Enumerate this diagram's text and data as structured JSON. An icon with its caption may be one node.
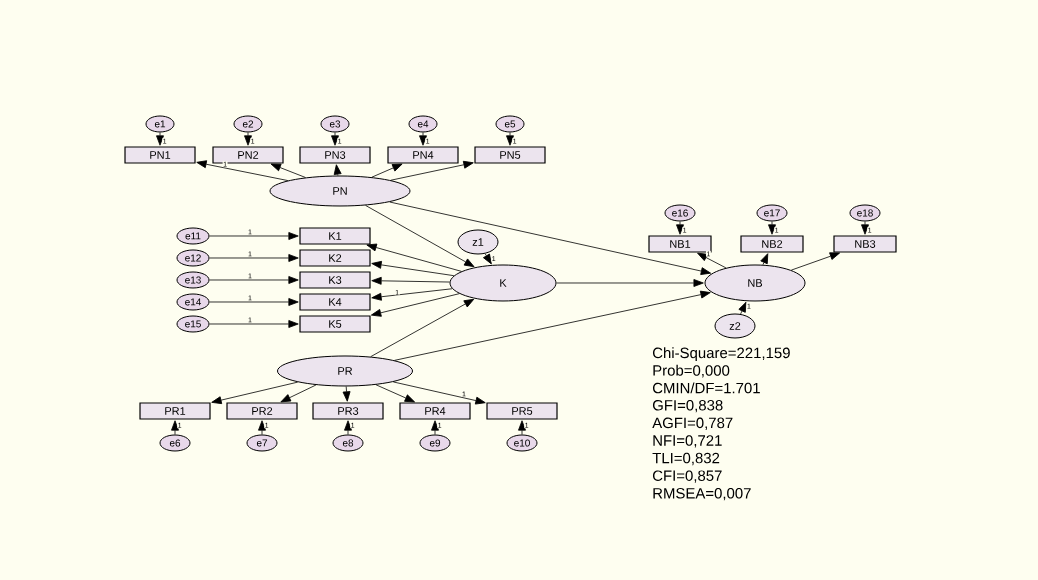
{
  "diagram": {
    "nodes": [
      {
        "text": [
          "PN"
        ]
      },
      {
        "text": [
          "K"
        ]
      },
      {
        "text": [
          "PR"
        ]
      },
      {
        "text": [
          "NB"
        ]
      },
      {
        "text": [
          "PN1"
        ]
      },
      {
        "text": [
          "PN2"
        ]
      },
      {
        "text": [
          "PN3"
        ]
      },
      {
        "text": [
          "PN4"
        ]
      },
      {
        "text": [
          "PN5"
        ]
      },
      {
        "text": [
          "K1"
        ]
      },
      {
        "text": [
          "K2"
        ]
      },
      {
        "text": [
          "K3"
        ]
      },
      {
        "text": [
          "K4"
        ]
      },
      {
        "text": [
          "K5"
        ]
      },
      {
        "text": [
          "PR1"
        ]
      },
      {
        "text": [
          "PR2"
        ]
      },
      {
        "text": [
          "PR3"
        ]
      },
      {
        "text": [
          "PR4"
        ]
      },
      {
        "text": [
          "PR5"
        ]
      },
      {
        "text": [
          "NB1"
        ]
      },
      {
        "text": [
          "NB2"
        ]
      },
      {
        "text": [
          "NB3"
        ]
      },
      {
        "text": [
          "e1"
        ]
      },
      {
        "text": [
          "e2"
        ]
      },
      {
        "text": [
          "e3"
        ]
      },
      {
        "text": [
          "e4"
        ]
      },
      {
        "text": [
          "e5"
        ]
      },
      {
        "text": [
          "e6"
        ]
      },
      {
        "text": [
          "e7"
        ]
      },
      {
        "text": [
          "e8"
        ]
      },
      {
        "text": [
          "e9"
        ]
      },
      {
        "text": [
          "e10"
        ]
      },
      {
        "text": [
          "e11"
        ]
      },
      {
        "text": [
          "e12"
        ]
      },
      {
        "text": [
          "e13"
        ]
      },
      {
        "text": [
          "e14"
        ]
      },
      {
        "text": [
          "e15"
        ]
      },
      {
        "text": [
          "e16"
        ]
      },
      {
        "text": [
          "e17"
        ]
      },
      {
        "text": [
          "e18"
        ]
      },
      {
        "text": [
          "z1"
        ]
      },
      {
        "text": [
          "z2"
        ]
      }
    ],
    "edges": [
      {
        "from": 0,
        "to": 4,
        "arrow": "to",
        "label": "1"
      },
      {
        "from": 0,
        "to": 5,
        "arrow": "to"
      },
      {
        "from": 0,
        "to": 6,
        "arrow": "to"
      },
      {
        "from": 0,
        "to": 7,
        "arrow": "to"
      },
      {
        "from": 0,
        "to": 8,
        "arrow": "to"
      },
      {
        "from": 1,
        "to": 9,
        "arrow": "to"
      },
      {
        "from": 1,
        "to": 10,
        "arrow": "to"
      },
      {
        "from": 1,
        "to": 11,
        "arrow": "to"
      },
      {
        "from": 1,
        "to": 12,
        "arrow": "to",
        "label": "1"
      },
      {
        "from": 1,
        "to": 13,
        "arrow": "to"
      },
      {
        "from": 2,
        "to": 14,
        "arrow": "to"
      },
      {
        "from": 2,
        "to": 15,
        "arrow": "to"
      },
      {
        "from": 2,
        "to": 16,
        "arrow": "to"
      },
      {
        "from": 2,
        "to": 17,
        "arrow": "to"
      },
      {
        "from": 2,
        "to": 18,
        "arrow": "to",
        "label": "1"
      },
      {
        "from": 3,
        "to": 19,
        "arrow": "to",
        "label": "1"
      },
      {
        "from": 3,
        "to": 20,
        "arrow": "to"
      },
      {
        "from": 3,
        "to": 21,
        "arrow": "to"
      },
      {
        "from": 22,
        "to": 4,
        "arrow": "to",
        "label": "1"
      },
      {
        "from": 23,
        "to": 5,
        "arrow": "to",
        "label": "1"
      },
      {
        "from": 24,
        "to": 6,
        "arrow": "to",
        "label": "1"
      },
      {
        "from": 25,
        "to": 7,
        "arrow": "to",
        "label": "1"
      },
      {
        "from": 26,
        "to": 8,
        "arrow": "to",
        "label": "1"
      },
      {
        "from": 27,
        "to": 14,
        "arrow": "to",
        "label": "1"
      },
      {
        "from": 28,
        "to": 15,
        "arrow": "to",
        "label": "1"
      },
      {
        "from": 29,
        "to": 16,
        "arrow": "to",
        "label": "1"
      },
      {
        "from": 30,
        "to": 17,
        "arrow": "to",
        "label": "1"
      },
      {
        "from": 31,
        "to": 18,
        "arrow": "to",
        "label": "1"
      },
      {
        "from": 32,
        "to": 9,
        "arrow": "to",
        "label": "1"
      },
      {
        "from": 33,
        "to": 10,
        "arrow": "to",
        "label": "1"
      },
      {
        "from": 34,
        "to": 11,
        "arrow": "to",
        "label": "1"
      },
      {
        "from": 35,
        "to": 12,
        "arrow": "to",
        "label": "1"
      },
      {
        "from": 36,
        "to": 13,
        "arrow": "to",
        "label": "1"
      },
      {
        "from": 37,
        "to": 19,
        "arrow": "to",
        "label": "1"
      },
      {
        "from": 38,
        "to": 20,
        "arrow": "to",
        "label": "1"
      },
      {
        "from": 39,
        "to": 21,
        "arrow": "to",
        "label": "1"
      },
      {
        "from": 0,
        "to": 1,
        "arrow": "to"
      },
      {
        "from": 0,
        "to": 3,
        "arrow": "to"
      },
      {
        "from": 2,
        "to": 1,
        "arrow": "to"
      },
      {
        "from": 2,
        "to": 3,
        "arrow": "to"
      },
      {
        "from": 1,
        "to": 3,
        "arrow": "to"
      },
      {
        "from": 40,
        "to": 1,
        "arrow": "to",
        "label": "1"
      },
      {
        "from": 41,
        "to": 3,
        "arrow": "to",
        "label": "1"
      }
    ],
    "labels": [
      "Chi-Square=221,159",
      "Prob=0,000",
      "CMIN/DF=1.701",
      "GFI=0,838",
      "AGFI=0,787",
      "NFI=0,721",
      "TLI=0,832",
      "CFI=0,857",
      "RMSEA=0,007"
    ]
  }
}
